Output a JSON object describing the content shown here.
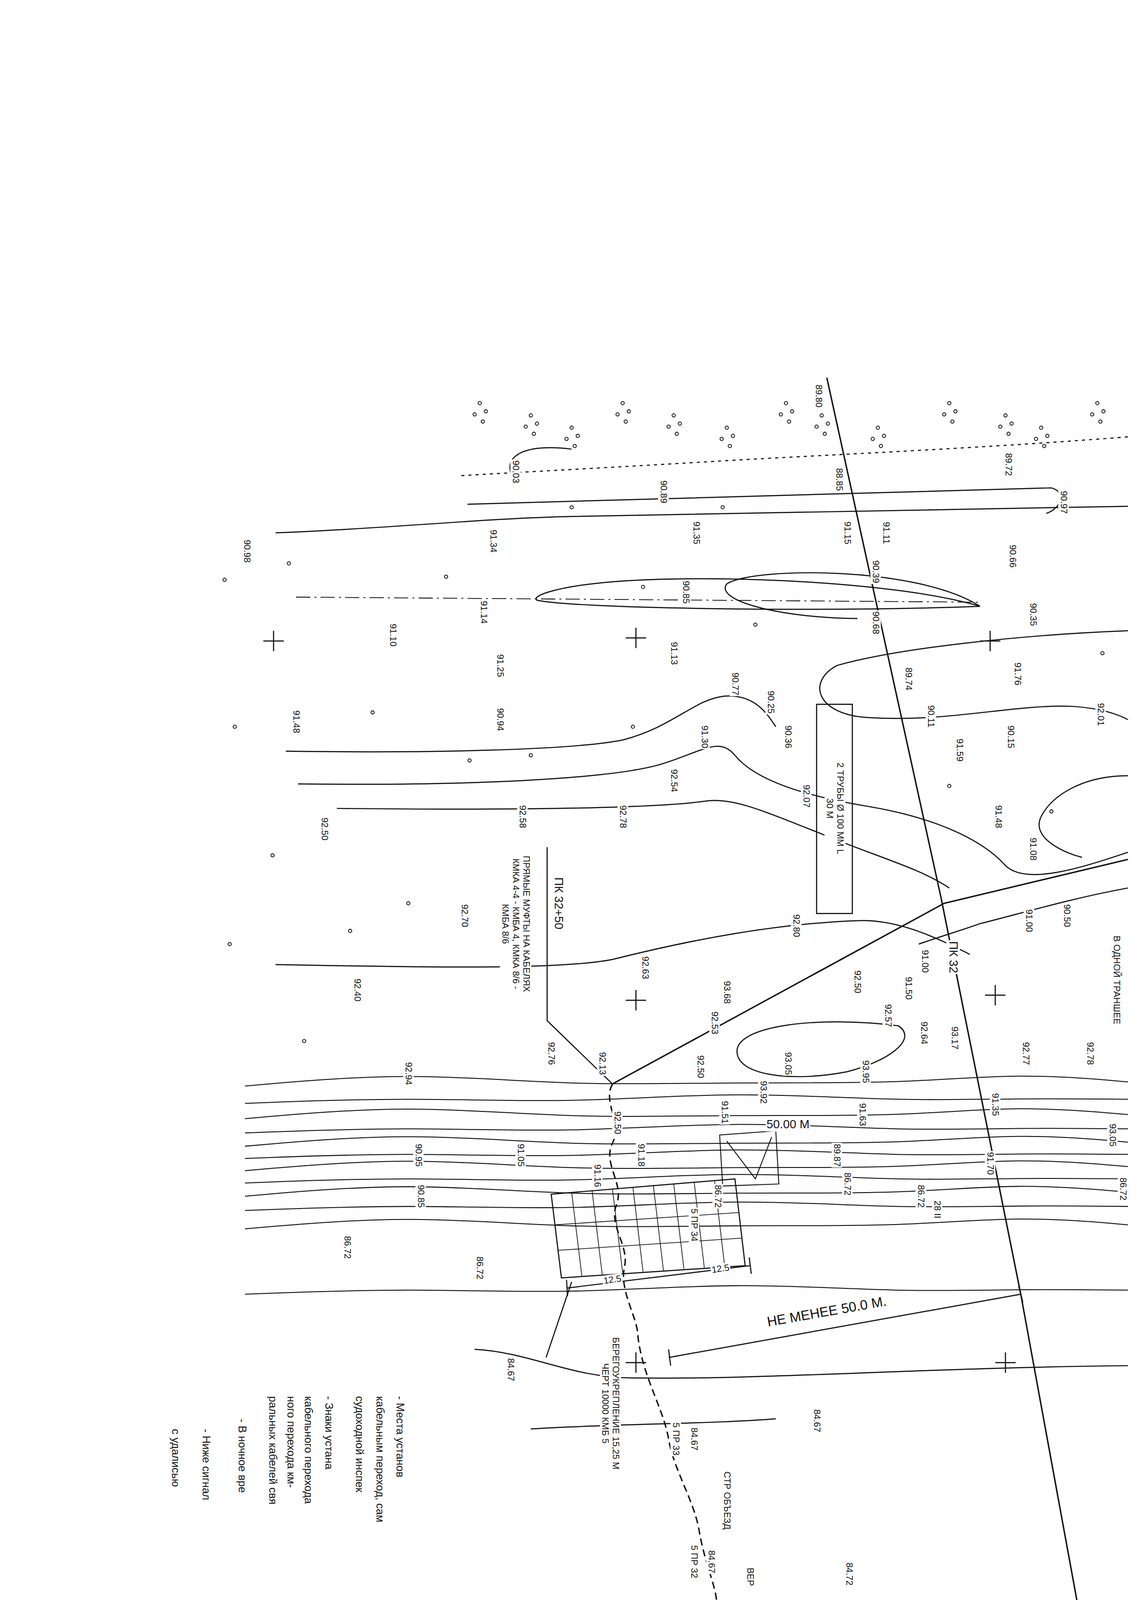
{
  "diagram": {
    "labels": [
      "89.80",
      "90.03",
      "90.89",
      "88.85",
      "89.72",
      "90.97",
      "90.98",
      "91.34",
      "91.35",
      "91.15",
      "91.11",
      "90.66",
      "90.85",
      "90.39",
      "90.35",
      "91.10",
      "91.14",
      "91.13",
      "90.68",
      "91.76",
      "91.25",
      "90.77",
      "89.74",
      "91.48",
      "90.94",
      "91.30",
      "90.25",
      "90.36",
      "90.11",
      "91.59",
      "92.01",
      "90.15",
      "92.54",
      "92.07",
      "92.50",
      "92.58",
      "92.78",
      "91.48",
      "91.08",
      "92.70",
      "92.80",
      "91.00",
      "90.50",
      "91.00",
      "91.50",
      "92.50",
      "92.57",
      "92.63",
      "92.53",
      "93.68",
      "92.40",
      "93.05",
      "93.95",
      "93.92",
      "92.64",
      "93.17",
      "92.77",
      "92.78",
      "92.94",
      "92.76",
      "92.13",
      "92.50",
      "92.50",
      "91.18",
      "91.51",
      "91.63",
      "90.95",
      "90.85",
      "91.05",
      "91.16",
      "89.87",
      "91.35",
      "91.70",
      "93.05",
      "86.72",
      "86.72",
      "86.72",
      "86.72",
      "86.72",
      "28 II",
      "5 ПР 34",
      "86.72",
      "12.5",
      "12.5",
      "84.67",
      "84.67",
      "84.72",
      "5 ПР 33",
      "84.67",
      "5 ПР 32",
      "84.67",
      "СТР ОБЪЕЗД",
      "ВЕР",
      "ПК 32+50",
      "ПК 32",
      "ПРЯМЫЕ МУФТЫ НА КАБЕЛЯХ КМКА 4-4 - КМБА 4, КМКА 8/6 - КМБА 8/6",
      "2 ТРУБЫ Ø 100 ММ L 30 М",
      "В ОДНОЙ ТРАНШЕЕ",
      "50.00 М",
      "НЕ МЕНЕЕ 50.0 М.",
      "БЕРЕГОУКРЕПЛЕНИЕ 15,25 М ЧЕРТ 10000 КМБ 5",
      "- Места установ",
      "кабельным переход, сам",
      "судоходной инспек",
      "- Знаки устана",
      "кабельного перехода",
      "ного перехода км-",
      "ральных кабелей свя",
      "- В ночное вре",
      "- Ниже сигнал",
      "с удалисью"
    ]
  }
}
